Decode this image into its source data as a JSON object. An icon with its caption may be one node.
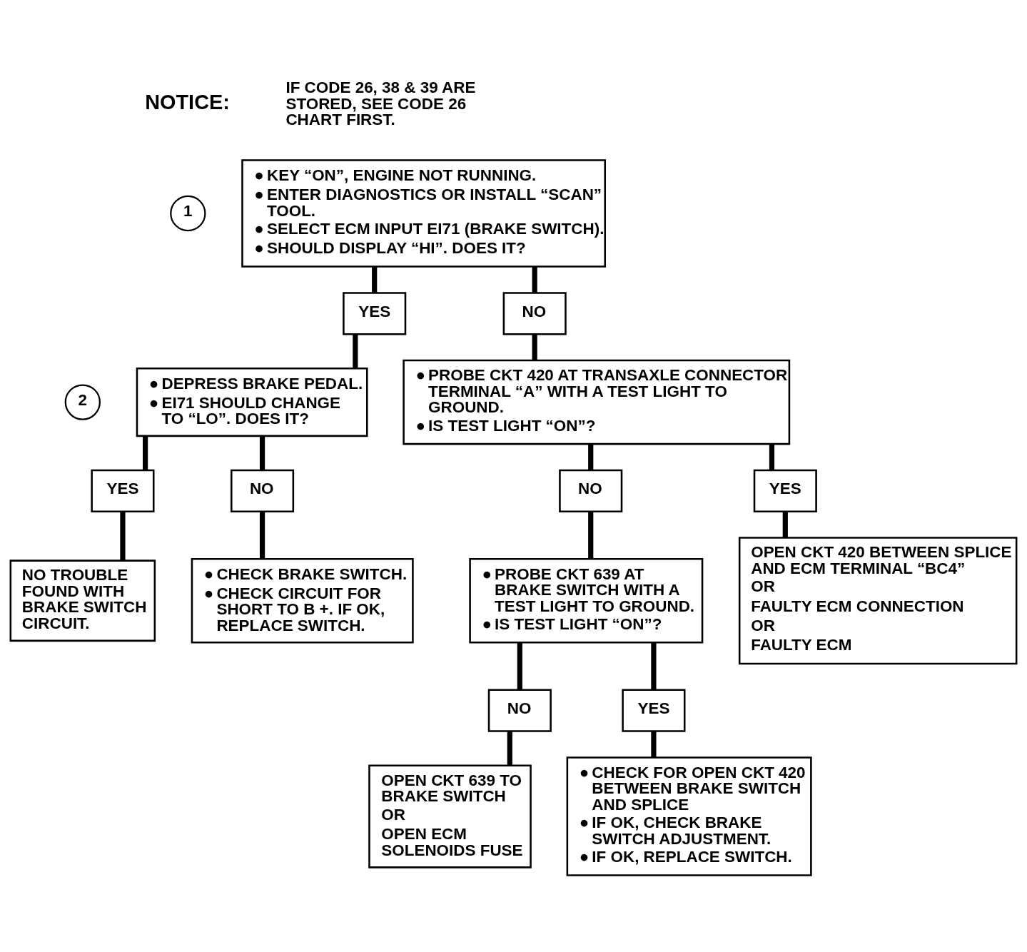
{
  "diagram": {
    "nodes": [
      {
        "text": [
          "1"
        ]
      },
      {
        "text": [
          "● KEY “ON”, ENGINE NOT RUNNING.",
          "● ENTER DIAGNOSTICS OR INSTALL “SCAN” TOOL.",
          "● SELECT ECM INPUT EI71 (BRAKE SWITCH).",
          "● SHOULD DISPLAY “HI”. DOES IT?"
        ]
      },
      {
        "text": [
          "YES"
        ]
      },
      {
        "text": [
          "NO"
        ]
      },
      {
        "text": [
          "2"
        ]
      },
      {
        "text": [
          "● DEPRESS BRAKE PEDAL.",
          "● EI71 SHOULD CHANGE TO “LO”. DOES IT?"
        ]
      },
      {
        "text": [
          "● PROBE CKT 420 AT TRANSAXLE CONNECTOR TERMINAL “A” WITH A TEST LIGHT TO GROUND.",
          "● IS TEST LIGHT “ON”?"
        ]
      },
      {
        "text": [
          "YES"
        ]
      },
      {
        "text": [
          "NO"
        ]
      },
      {
        "text": [
          "NO"
        ]
      },
      {
        "text": [
          "YES"
        ]
      },
      {
        "text": [
          "NO TROUBLE FOUND WITH BRAKE SWITCH CIRCUIT."
        ]
      },
      {
        "text": [
          "● CHECK BRAKE SWITCH.",
          "● CHECK CIRCUIT FOR SHORT TO B +. IF OK, REPLACE SWITCH."
        ]
      },
      {
        "text": [
          "● PROBE CKT 639 AT BRAKE SWITCH WITH A TEST LIGHT TO GROUND.",
          "● IS TEST LIGHT “ON”?"
        ]
      },
      {
        "text": [
          "OPEN CKT 420 BETWEEN SPLICE AND ECM TERMINAL “BC4”",
          "OR",
          "FAULTY ECM CONNECTION",
          "OR",
          "FAULTY ECM"
        ]
      },
      {
        "text": [
          "NO"
        ]
      },
      {
        "text": [
          "YES"
        ]
      },
      {
        "text": [
          "OPEN CKT 639 TO BRAKE SWITCH",
          "OR",
          "OPEN ECM SOLENOIDS FUSE"
        ]
      },
      {
        "text": [
          "● CHECK FOR OPEN CKT 420 BETWEEN BRAKE SWITCH AND SPLICE",
          "● IF OK, CHECK BRAKE SWITCH ADJUSTMENT.",
          "● IF OK, REPLACE SWITCH."
        ]
      }
    ],
    "edges": [
      {
        "from": 1,
        "to": 2,
        "arrow": "none"
      },
      {
        "from": 1,
        "to": 3,
        "arrow": "none"
      },
      {
        "from": 2,
        "to": 5,
        "arrow": "none"
      },
      {
        "from": 3,
        "to": 6,
        "arrow": "none"
      },
      {
        "from": 5,
        "to": 7,
        "arrow": "none"
      },
      {
        "from": 5,
        "to": 8,
        "arrow": "none"
      },
      {
        "from": 7,
        "to": 11,
        "arrow": "none"
      },
      {
        "from": 8,
        "to": 12,
        "arrow": "none"
      },
      {
        "from": 6,
        "to": 9,
        "arrow": "none"
      },
      {
        "from": 6,
        "to": 10,
        "arrow": "none"
      },
      {
        "from": 9,
        "to": 13,
        "arrow": "none"
      },
      {
        "from": 10,
        "to": 14,
        "arrow": "none"
      },
      {
        "from": 13,
        "to": 15,
        "arrow": "none"
      },
      {
        "from": 13,
        "to": 16,
        "arrow": "none"
      },
      {
        "from": 15,
        "to": 17,
        "arrow": "none"
      },
      {
        "from": 16,
        "to": 18,
        "arrow": "none"
      }
    ],
    "labels": [
      "NOTICE:",
      "IF CODE 26, 38 & 39 ARE STORED, SEE CODE 26 CHART FIRST."
    ]
  }
}
